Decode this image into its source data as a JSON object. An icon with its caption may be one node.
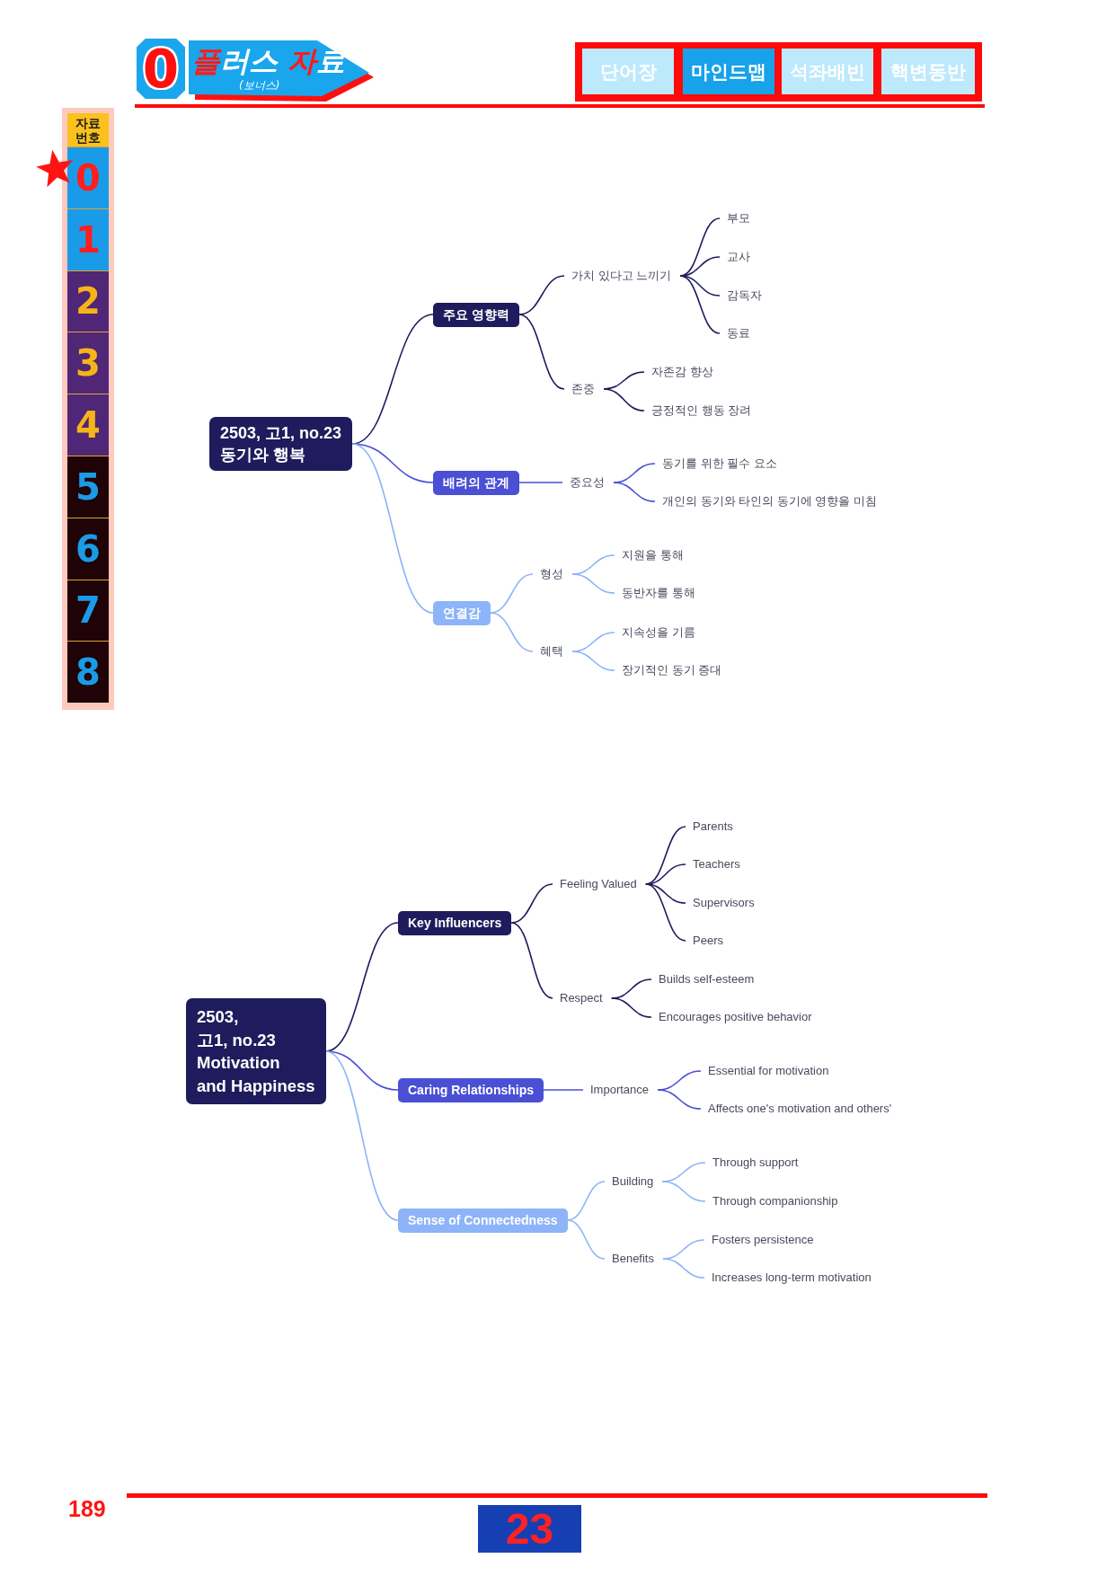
{
  "diagram": {
    "nodes": [
      {
        "text": [
          "0"
        ]
      },
      {
        "text": [
          "플러스 자료",
          "(보너스)"
        ]
      },
      {
        "text": [
          "단어장"
        ]
      },
      {
        "text": [
          "마인드맵"
        ]
      },
      {
        "text": [
          "석좌배빈"
        ]
      },
      {
        "text": [
          "핵변동반"
        ]
      },
      {
        "text": [
          "자료 번호"
        ]
      },
      {
        "text": [
          "0"
        ]
      },
      {
        "text": [
          "1"
        ]
      },
      {
        "text": [
          "2"
        ]
      },
      {
        "text": [
          "3"
        ]
      },
      {
        "text": [
          "4"
        ]
      },
      {
        "text": [
          "5"
        ]
      },
      {
        "text": [
          "6"
        ]
      },
      {
        "text": [
          "7"
        ]
      },
      {
        "text": [
          "8"
        ]
      },
      {
        "text": [
          "2503, 고1, no.23 동기와 행복"
        ]
      },
      {
        "text": [
          "주요 영향력"
        ]
      },
      {
        "text": [
          "가치 있다고 느끼기"
        ]
      },
      {
        "text": [
          "부모"
        ]
      },
      {
        "text": [
          "교사"
        ]
      },
      {
        "text": [
          "감독자"
        ]
      },
      {
        "text": [
          "동료"
        ]
      },
      {
        "text": [
          "존중"
        ]
      },
      {
        "text": [
          "자존감 향상"
        ]
      },
      {
        "text": [
          "긍정적인 행동 장려"
        ]
      },
      {
        "text": [
          "배려의 관계"
        ]
      },
      {
        "text": [
          "중요성"
        ]
      },
      {
        "text": [
          "동기를 위한 필수 요소"
        ]
      },
      {
        "text": [
          "개인의 동기와 타인의 동기에 영향을 미침"
        ]
      },
      {
        "text": [
          "연결감"
        ]
      },
      {
        "text": [
          "형성"
        ]
      },
      {
        "text": [
          "지원을 통해"
        ]
      },
      {
        "text": [
          "동반자를 통해"
        ]
      },
      {
        "text": [
          "혜택"
        ]
      },
      {
        "text": [
          "지속성을 기름"
        ]
      },
      {
        "text": [
          "장기적인 동기 증대"
        ]
      },
      {
        "text": [
          "2503, 고1, no.23 Motivation and Happiness"
        ]
      },
      {
        "text": [
          "Key Influencers"
        ]
      },
      {
        "text": [
          "Feeling Valued"
        ]
      },
      {
        "text": [
          "Parents"
        ]
      },
      {
        "text": [
          "Teachers"
        ]
      },
      {
        "text": [
          "Supervisors"
        ]
      },
      {
        "text": [
          "Peers"
        ]
      },
      {
        "text": [
          "Respect"
        ]
      },
      {
        "text": [
          "Builds self-esteem"
        ]
      },
      {
        "text": [
          "Encourages positive behavior"
        ]
      },
      {
        "text": [
          "Caring Relationships"
        ]
      },
      {
        "text": [
          "Importance"
        ]
      },
      {
        "text": [
          "Essential for motivation"
        ]
      },
      {
        "text": [
          "Affects one's motivation and others'"
        ]
      },
      {
        "text": [
          "Sense of Connectedness"
        ]
      },
      {
        "text": [
          "Building"
        ]
      },
      {
        "text": [
          "Through support"
        ]
      },
      {
        "text": [
          "Through companionship"
        ]
      },
      {
        "text": [
          "Benefits"
        ]
      },
      {
        "text": [
          "Fosters persistence"
        ]
      },
      {
        "text": [
          "Increases long-term motivation"
        ]
      },
      {
        "text": [
          "23"
        ]
      }
    ],
    "edges": [
      {
        "from": 16,
        "to": 17,
        "arrow": "none"
      },
      {
        "from": 17,
        "to": 18,
        "arrow": "none"
      },
      {
        "from": 18,
        "to": 19,
        "arrow": "none"
      },
      {
        "from": 18,
        "to": 20,
        "arrow": "none"
      },
      {
        "from": 18,
        "to": 21,
        "arrow": "none"
      },
      {
        "from": 18,
        "to": 22,
        "arrow": "none"
      },
      {
        "from": 17,
        "to": 23,
        "arrow": "none"
      },
      {
        "from": 23,
        "to": 24,
        "arrow": "none"
      },
      {
        "from": 23,
        "to": 25,
        "arrow": "none"
      },
      {
        "from": 16,
        "to": 26,
        "arrow": "none",
        "color": "#4a4fd4"
      },
      {
        "from": 26,
        "to": 27,
        "arrow": "none",
        "color": "#4a4fd4"
      },
      {
        "from": 27,
        "to": 28,
        "arrow": "none",
        "color": "#4a4fd4"
      },
      {
        "from": 27,
        "to": 29,
        "arrow": "none",
        "color": "#4a4fd4"
      },
      {
        "from": 16,
        "to": 30,
        "arrow": "none",
        "color": "#8db4f8"
      },
      {
        "from": 30,
        "to": 31,
        "arrow": "none",
        "color": "#8db4f8"
      },
      {
        "from": 31,
        "to": 32,
        "arrow": "none",
        "color": "#8db4f8"
      },
      {
        "from": 31,
        "to": 33,
        "arrow": "none",
        "color": "#8db4f8"
      },
      {
        "from": 30,
        "to": 34,
        "arrow": "none",
        "color": "#8db4f8"
      },
      {
        "from": 34,
        "to": 35,
        "arrow": "none",
        "color": "#8db4f8"
      },
      {
        "from": 34,
        "to": 36,
        "arrow": "none",
        "color": "#8db4f8"
      },
      {
        "from": 37,
        "to": 38,
        "arrow": "none"
      },
      {
        "from": 38,
        "to": 39,
        "arrow": "none"
      },
      {
        "from": 39,
        "to": 40,
        "arrow": "none"
      },
      {
        "from": 39,
        "to": 41,
        "arrow": "none"
      },
      {
        "from": 39,
        "to": 42,
        "arrow": "none"
      },
      {
        "from": 39,
        "to": 43,
        "arrow": "none"
      },
      {
        "from": 38,
        "to": 44,
        "arrow": "none"
      },
      {
        "from": 44,
        "to": 45,
        "arrow": "none"
      },
      {
        "from": 44,
        "to": 46,
        "arrow": "none"
      },
      {
        "from": 37,
        "to": 47,
        "arrow": "none",
        "color": "#4a4fd4"
      },
      {
        "from": 47,
        "to": 48,
        "arrow": "none",
        "color": "#4a4fd4"
      },
      {
        "from": 48,
        "to": 49,
        "arrow": "none",
        "color": "#4a4fd4"
      },
      {
        "from": 48,
        "to": 50,
        "arrow": "none",
        "color": "#4a4fd4"
      },
      {
        "from": 37,
        "to": 51,
        "arrow": "none",
        "color": "#8db4f8"
      },
      {
        "from": 51,
        "to": 52,
        "arrow": "none",
        "color": "#8db4f8"
      },
      {
        "from": 52,
        "to": 53,
        "arrow": "none",
        "color": "#8db4f8"
      },
      {
        "from": 52,
        "to": 54,
        "arrow": "none",
        "color": "#8db4f8"
      },
      {
        "from": 51,
        "to": 55,
        "arrow": "none",
        "color": "#8db4f8"
      },
      {
        "from": 55,
        "to": 56,
        "arrow": "none",
        "color": "#8db4f8"
      },
      {
        "from": 55,
        "to": 57,
        "arrow": "none",
        "color": "#8db4f8"
      }
    ],
    "labels": [
      "189"
    ]
  }
}
